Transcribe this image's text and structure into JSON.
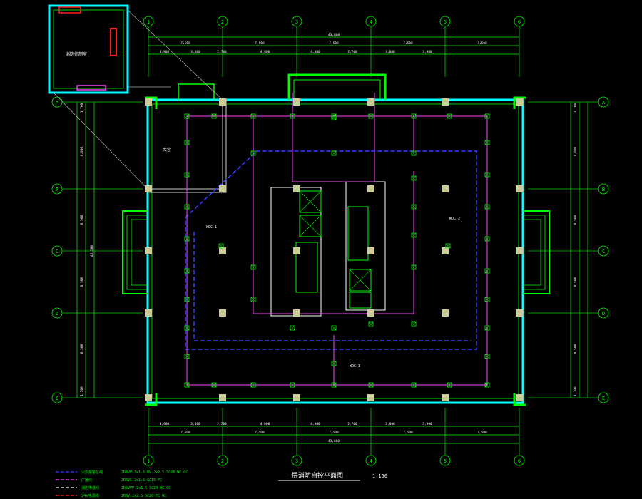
{
  "drawing": {
    "title": "一层消防自控平面图",
    "scale": "1:150",
    "room_fire_control": "消防控制室",
    "room_lobby": "大堂",
    "total_dim": "43,800",
    "total_dim_side": "42,500"
  },
  "grid_top": [
    "1",
    "2",
    "3",
    "4",
    "5",
    "6"
  ],
  "grid_side": [
    "A",
    "B",
    "C",
    "D",
    "E"
  ],
  "dims_top_outer": [
    "7,500",
    "7,500",
    "7,500",
    "7,500",
    "7,500"
  ],
  "dims_top_inner": [
    "3,900",
    "3,600",
    "2,700",
    "4,800",
    "4,800",
    "2,700",
    "3,600",
    "3,900"
  ],
  "dims_left": [
    "1,700",
    "6,800",
    "8,500",
    "8,500",
    "8,500",
    "1,700"
  ],
  "dims_right": [
    "1,700",
    "6,800",
    "8,500",
    "8,500",
    "8,500",
    "1,700"
  ],
  "bus_labels": [
    "WDC-1",
    "WDC-2",
    "WDC-3"
  ],
  "legend": [
    {
      "label": "火灾报警总线",
      "desc": "ZRBVV-2x1.5 BV-2x2.5 SC20 WC CC",
      "color": "#3b3bff"
    },
    {
      "label": "广播线",
      "desc": "ZRRVS-2x1.5 SC15 FC",
      "color": "#ff40ff"
    },
    {
      "label": "消防电话线",
      "desc": "ZRRVVP-2x1.5 SC20 WC CC",
      "color": "#ffffff"
    },
    {
      "label": "24V电源线",
      "desc": "ZRBV-2x2.5 SC20 FC WC",
      "color": "#ff2020"
    }
  ],
  "colors": {
    "background": "#000000",
    "wall": "#00ffff",
    "grid": "#00ff00",
    "column": "#cccc99",
    "alarm_bus": "#3b3bff",
    "broadcast": "#ff40ff",
    "device": "#00ff00",
    "alert": "#ff2020"
  }
}
